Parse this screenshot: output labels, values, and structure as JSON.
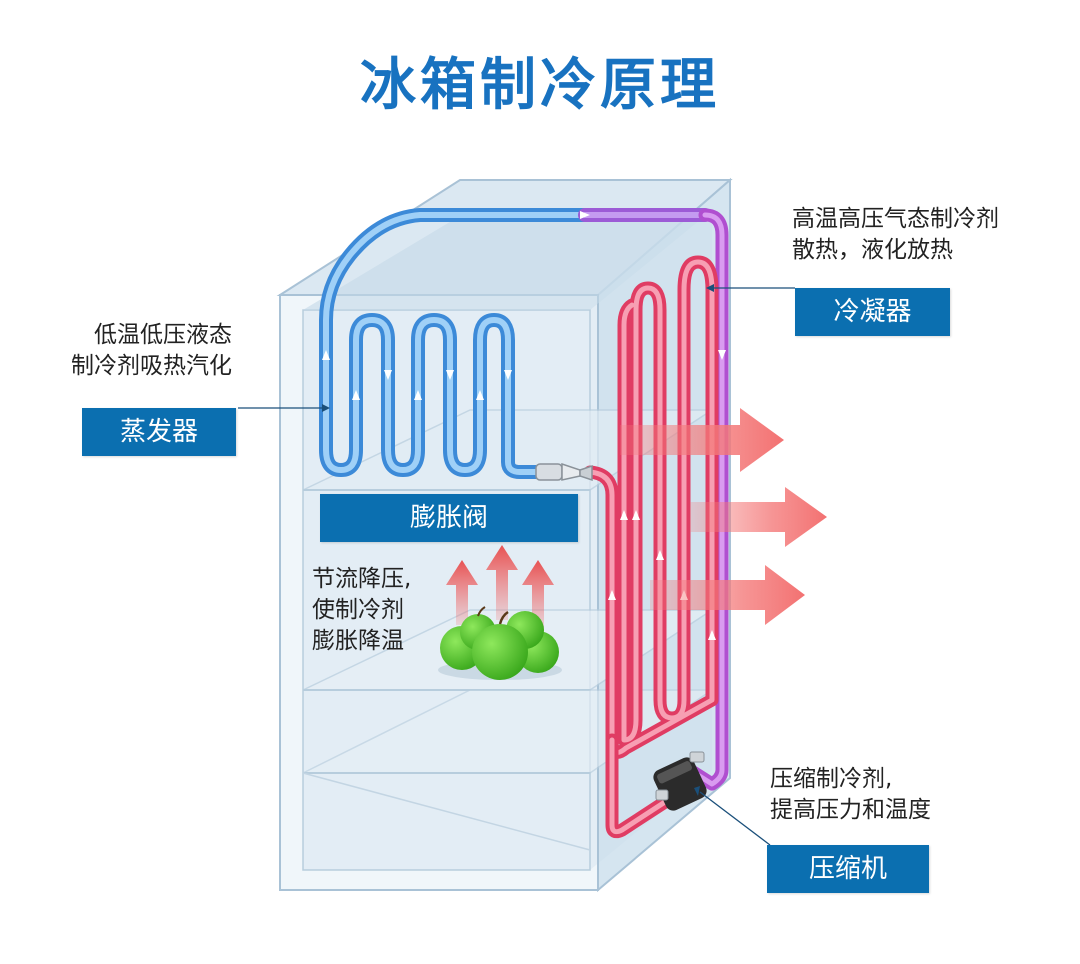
{
  "title": "冰箱制冷原理",
  "labels": {
    "evaporator": "蒸发器",
    "condenser": "冷凝器",
    "expansion_valve": "膨胀阀",
    "compressor": "压缩机"
  },
  "notes": {
    "evaporator": [
      "低温低压液态",
      "制冷剂吸热汽化"
    ],
    "condenser": [
      "高温高压气态制冷剂",
      "散热，液化放热"
    ],
    "expansion_valve": [
      "节流降压,",
      "使制冷剂",
      "膨胀降温"
    ],
    "compressor": [
      "压缩制冷剂,",
      "提高压力和温度"
    ]
  },
  "colors": {
    "title": "#1872c0",
    "label_box": "#0b6fb0",
    "cold_pipe": "#5aa8ea",
    "hot_pipe": "#e8506e",
    "heat_arrow": "#f47a7a",
    "apples": "#4fc22c"
  }
}
